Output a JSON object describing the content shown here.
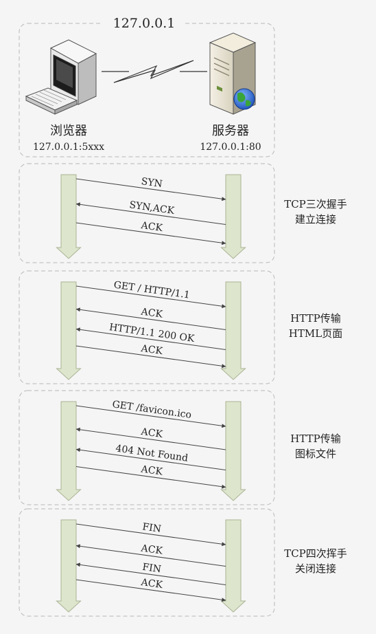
{
  "top": {
    "address": "127.0.0.1",
    "browser": {
      "name": "浏览器",
      "address": "127.0.0.1:5xxx"
    },
    "server": {
      "name": "服务器",
      "address": "127.0.0.1:80"
    }
  },
  "phases": [
    {
      "label_lines": [
        "TCP三次握手",
        "建立连接"
      ],
      "messages": [
        {
          "label": "SYN",
          "direction": "to-server"
        },
        {
          "label": "SYN,ACK",
          "direction": "to-browser"
        },
        {
          "label": "ACK",
          "direction": "to-server"
        }
      ]
    },
    {
      "label_lines": [
        "HTTP传输",
        "HTML页面"
      ],
      "messages": [
        {
          "label": "GET / HTTP/1.1",
          "direction": "to-server"
        },
        {
          "label": "ACK",
          "direction": "to-browser"
        },
        {
          "label": "HTTP/1.1 200 OK",
          "direction": "to-browser"
        },
        {
          "label": "ACK",
          "direction": "to-server"
        }
      ]
    },
    {
      "label_lines": [
        "HTTP传输",
        "图标文件"
      ],
      "messages": [
        {
          "label": "GET /favicon.ico",
          "direction": "to-server"
        },
        {
          "label": "ACK",
          "direction": "to-browser"
        },
        {
          "label": "404 Not Found",
          "direction": "to-browser"
        },
        {
          "label": "ACK",
          "direction": "to-server"
        }
      ]
    },
    {
      "label_lines": [
        "TCP四次挥手",
        "关闭连接"
      ],
      "messages": [
        {
          "label": "FIN",
          "direction": "to-server"
        },
        {
          "label": "ACK",
          "direction": "to-browser"
        },
        {
          "label": "FIN",
          "direction": "to-browser"
        },
        {
          "label": "ACK",
          "direction": "to-server"
        }
      ]
    }
  ],
  "colors": {
    "background": "#f5f5f5",
    "box_border": "#b8b8b8",
    "lifeline_fill": "#dde5cc",
    "lifeline_stroke": "#a9b394",
    "arrow": "#444444",
    "text": "#222222"
  },
  "icons": {
    "browser": "desktop-computer-icon",
    "server": "server-globe-icon",
    "link": "lightning-link-icon"
  }
}
